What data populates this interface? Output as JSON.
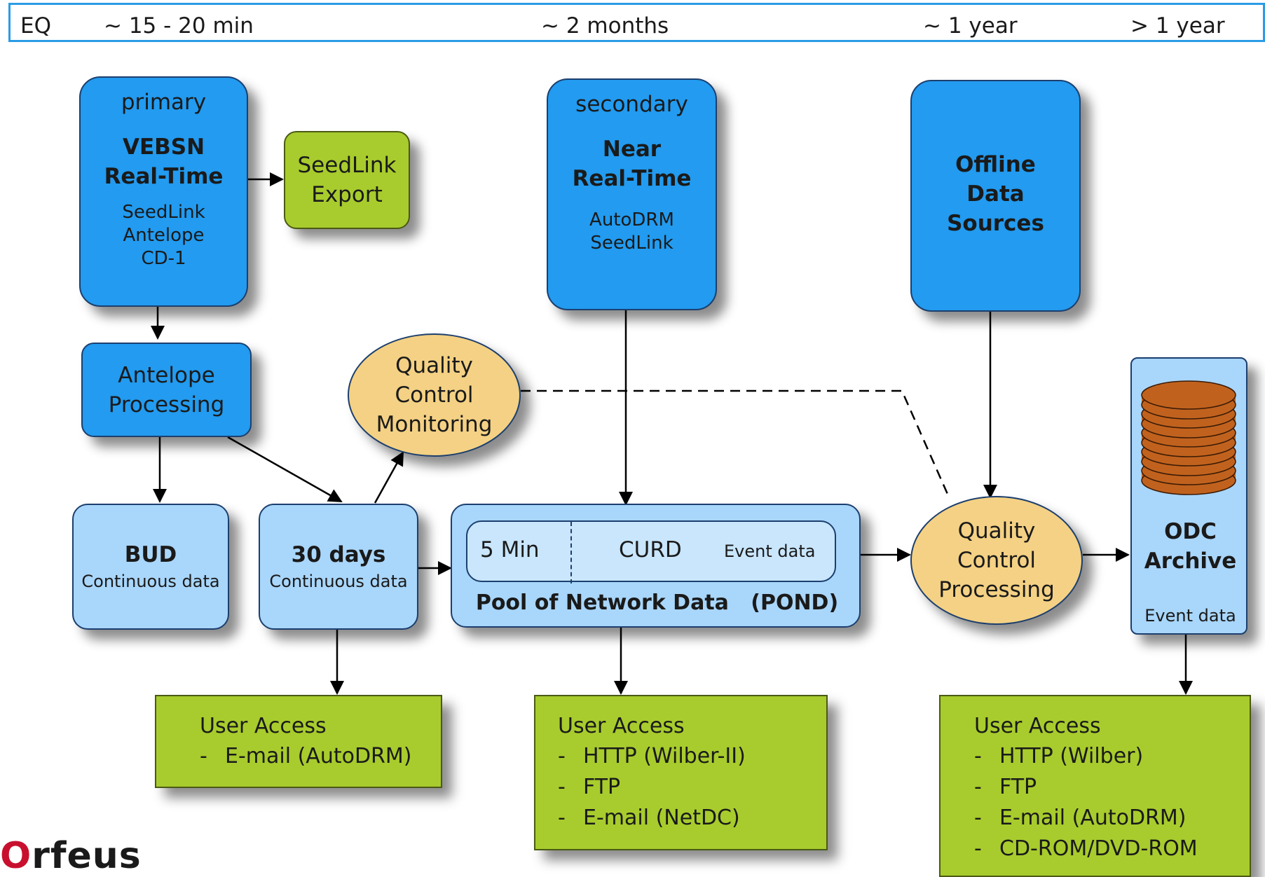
{
  "timeline": {
    "eq": "EQ",
    "t1": "~ 15 - 20 min",
    "t2": "~ 2 months",
    "t3": "~ 1 year",
    "t4": "> 1 year"
  },
  "primary": {
    "tag": "primary",
    "title_1": "VEBSN",
    "title_2": "Real-Time",
    "items": [
      "SeedLink",
      "Antelope",
      "CD-1"
    ]
  },
  "seedlink_export": {
    "line_1": "SeedLink",
    "line_2": "Export"
  },
  "secondary": {
    "tag": "secondary",
    "title_1": "Near",
    "title_2": "Real-Time",
    "items": [
      "AutoDRM",
      "SeedLink"
    ]
  },
  "offline": {
    "line_1": "Offline",
    "line_2": "Data",
    "line_3": "Sources"
  },
  "antelope_processing": {
    "line_1": "Antelope",
    "line_2": "Processing"
  },
  "qc_monitoring": {
    "line_1": "Quality",
    "line_2": "Control",
    "line_3": "Monitoring"
  },
  "bud": {
    "title": "BUD",
    "sub": "Continuous data"
  },
  "thirty_days": {
    "title": "30 days",
    "sub": "Continuous data"
  },
  "pond": {
    "seg_1": "5 Min",
    "seg_2": "CURD",
    "seg_3": "Event data",
    "title": "Pool of Network Data   (POND)"
  },
  "qc_processing": {
    "line_1": "Quality",
    "line_2": "Control",
    "line_3": "Processing"
  },
  "odc": {
    "line_1": "ODC",
    "line_2": "Archive",
    "sub": "Event data"
  },
  "access_1": {
    "heading": "User Access",
    "items": [
      "E-mail  (AutoDRM)"
    ]
  },
  "access_2": {
    "heading": "User Access",
    "items": [
      "HTTP  (Wilber-II)",
      "FTP",
      "E-mail  (NetDC)"
    ]
  },
  "access_3": {
    "heading": "User Access",
    "items": [
      "HTTP  (Wilber)",
      "FTP",
      "E-mail  (AutoDRM)",
      "CD-ROM/DVD-ROM"
    ]
  },
  "bullet": "-",
  "logo": {
    "first": "O",
    "rest": "rfeus"
  },
  "colors": {
    "dark_blue": "#229bf0",
    "light_blue": "#a9d6fb",
    "green": "#a8cc2d",
    "oval": "#f4d184",
    "disk": "#c0621e"
  }
}
